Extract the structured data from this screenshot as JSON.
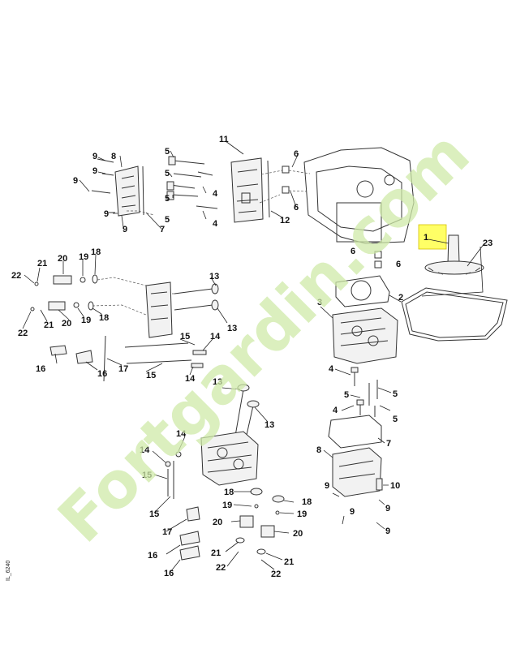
{
  "figure": {
    "reference_code": "IL_6240",
    "watermark": "Fortgardin.com",
    "highlight_color": "#ffff66",
    "watermark_color": "#cfe9a8",
    "watermark_accent": "#f2d89a"
  },
  "callouts": {
    "c1": "1",
    "c2": "2",
    "c3": "3",
    "c23": "23",
    "ul_9a": "9",
    "ul_8": "8",
    "ul_9b": "9",
    "ul_9c": "9",
    "ul_9d": "9",
    "ul_9e": "9",
    "ul_5a": "5",
    "ul_5b": "5",
    "ul_5c": "5",
    "ul_4a": "4",
    "ul_4b": "4",
    "ul_5d": "5",
    "ul_11": "11",
    "ul_7": "7",
    "ul_12": "12",
    "ul_6a": "6",
    "ul_6b": "6",
    "ul_6c": "6",
    "ul_6d": "6",
    "ml_22a": "22",
    "ml_21a": "21",
    "ml_20a": "20",
    "ml_19a": "19",
    "ml_18a": "18",
    "ml_13a": "13",
    "ml_22b": "22",
    "ml_21b": "21",
    "ml_20b": "20",
    "ml_19b": "19",
    "ml_18b": "18",
    "ml_13b": "13",
    "ml_15a": "15",
    "ml_14a": "14",
    "ml_16a": "16",
    "ml_16b": "16",
    "ml_17": "17",
    "ml_15b": "15",
    "ml_14b": "14",
    "r_4a": "4",
    "r_5a": "5",
    "r_5b": "5",
    "r_4b": "4",
    "r_5c": "5",
    "r_7": "7",
    "r_8": "8",
    "r_10": "10",
    "r_9a": "9",
    "r_9b": "9",
    "r_9c": "9",
    "r_9d": "9",
    "b_13a": "13",
    "b_13b": "13",
    "b_14a": "14",
    "b_14b": "14",
    "b_15a": "15",
    "b_15b": "15",
    "b_17": "17",
    "b_16a": "16",
    "b_16b": "16",
    "b_18a": "18",
    "b_19a": "19",
    "b_20a": "20",
    "b_21a": "21",
    "b_22a": "22",
    "b_18b": "18",
    "b_19b": "19",
    "b_20b": "20",
    "b_21b": "21",
    "b_22b": "22"
  }
}
